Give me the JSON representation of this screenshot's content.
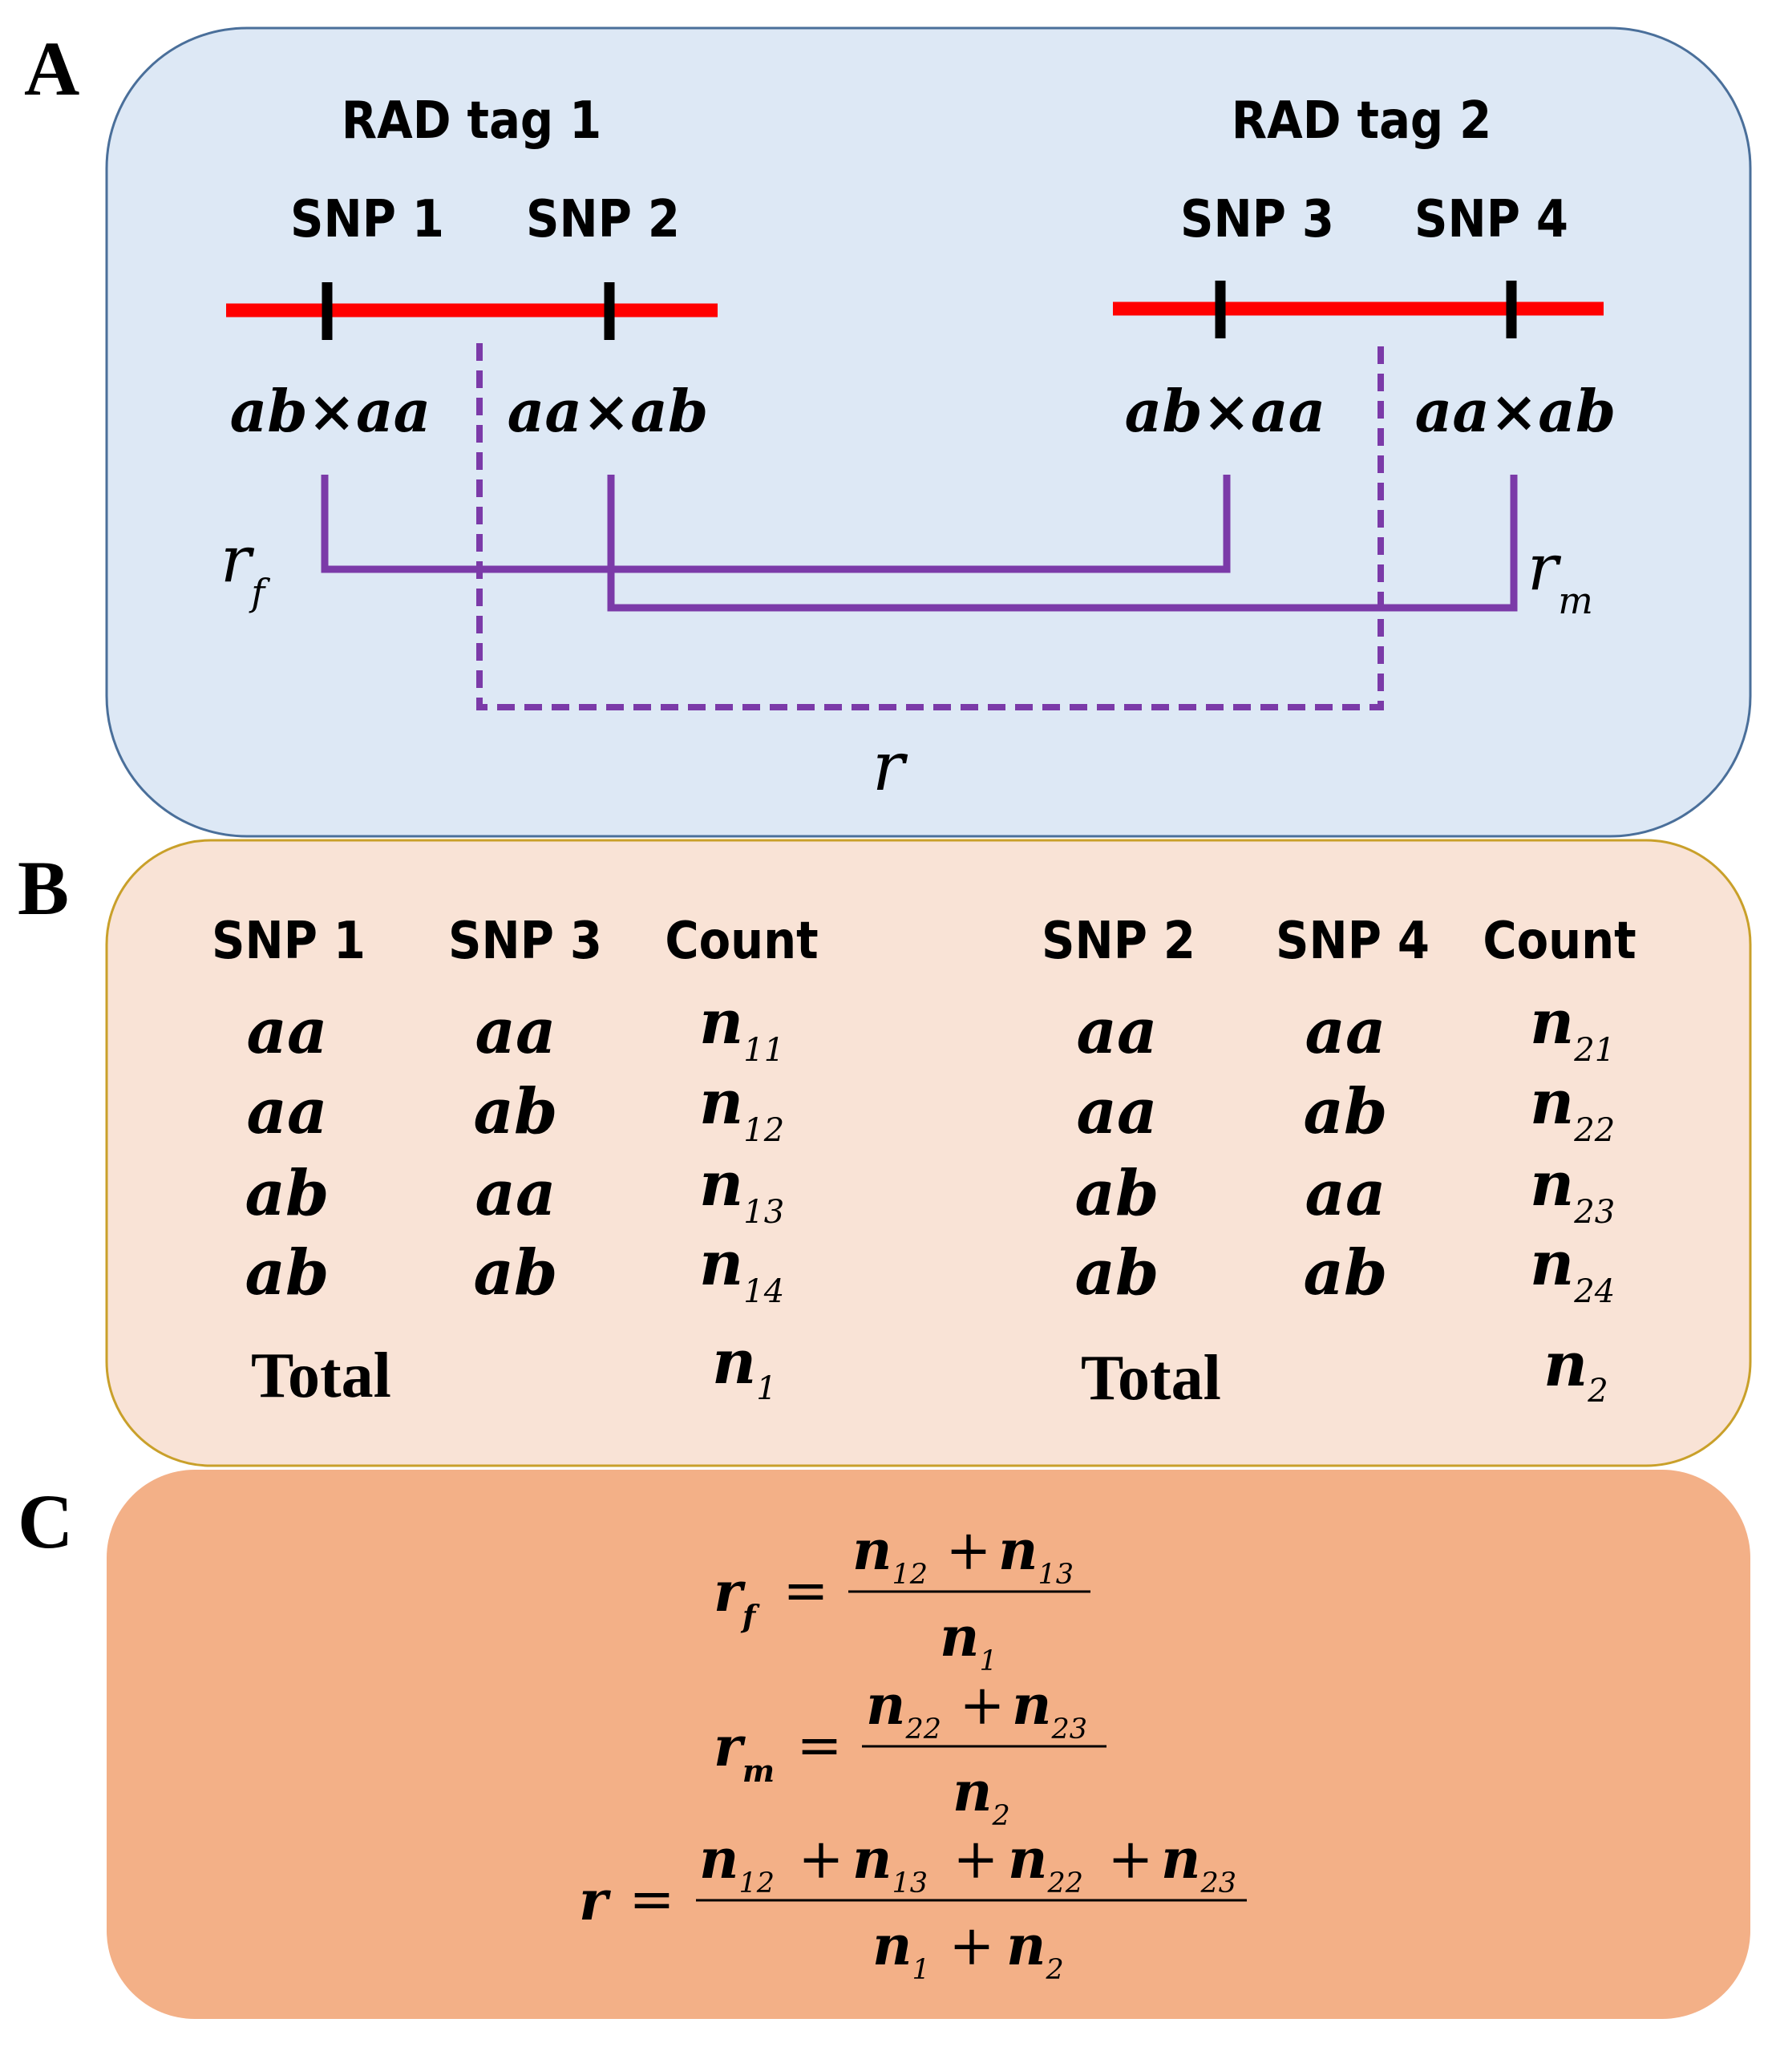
{
  "panels": {
    "a": "A",
    "b": "B",
    "c": "C"
  },
  "colors": {
    "panel_a_fill": "#dde8f5",
    "panel_a_stroke": "#4a6f9a",
    "panel_b_fill": "#f9e3d6",
    "panel_b_stroke": "#c9a02a",
    "panel_c_fill": "#f3b087",
    "chromosome": "#ff0000",
    "link": "#7b3aa8"
  },
  "diagram": {
    "tag1": {
      "label": "RAD tag 1",
      "snps": [
        {
          "label": "SNP 1",
          "cross": "ab×aa"
        },
        {
          "label": "SNP 2",
          "cross": "aa×ab"
        }
      ]
    },
    "tag2": {
      "label": "RAD tag 2",
      "snps": [
        {
          "label": "SNP 3",
          "cross": "ab×aa"
        },
        {
          "label": "SNP 4",
          "cross": "aa×ab"
        }
      ]
    },
    "rf": {
      "base": "r",
      "sub": "f"
    },
    "rm": {
      "base": "r",
      "sub": "m"
    },
    "r": "r"
  },
  "tables": {
    "left": {
      "headers": [
        "SNP 1",
        "SNP 3",
        "Count"
      ],
      "rows": [
        {
          "c1": "aa",
          "c2": "aa",
          "n": "n",
          "sub": "11"
        },
        {
          "c1": "aa",
          "c2": "ab",
          "n": "n",
          "sub": "12"
        },
        {
          "c1": "ab",
          "c2": "aa",
          "n": "n",
          "sub": "13"
        },
        {
          "c1": "ab",
          "c2": "ab",
          "n": "n",
          "sub": "14"
        }
      ],
      "total_label": "Total",
      "total": {
        "n": "n",
        "sub": "1"
      }
    },
    "right": {
      "headers": [
        "SNP 2",
        "SNP 4",
        "Count"
      ],
      "rows": [
        {
          "c1": "aa",
          "c2": "aa",
          "n": "n",
          "sub": "21"
        },
        {
          "c1": "aa",
          "c2": "ab",
          "n": "n",
          "sub": "22"
        },
        {
          "c1": "ab",
          "c2": "aa",
          "n": "n",
          "sub": "23"
        },
        {
          "c1": "ab",
          "c2": "ab",
          "n": "n",
          "sub": "24"
        }
      ],
      "total_label": "Total",
      "total": {
        "n": "n",
        "sub": "2"
      }
    }
  },
  "formulas": {
    "rf": {
      "lhs": "r",
      "lhs_sub": "f",
      "eq": "=",
      "num": [
        [
          "n",
          "12"
        ],
        [
          "n",
          "13"
        ]
      ],
      "den": [
        [
          "n",
          "1"
        ]
      ],
      "plus": "+"
    },
    "rm": {
      "lhs": "r",
      "lhs_sub": "m",
      "eq": "=",
      "num": [
        [
          "n",
          "22"
        ],
        [
          "n",
          "23"
        ]
      ],
      "den": [
        [
          "n",
          "2"
        ]
      ],
      "plus": "+"
    },
    "r": {
      "lhs": "r",
      "lhs_sub": "",
      "eq": "=",
      "num": [
        [
          "n",
          "12"
        ],
        [
          "n",
          "13"
        ],
        [
          "n",
          "22"
        ],
        [
          "n",
          "23"
        ]
      ],
      "den": [
        [
          "n",
          "1"
        ],
        [
          "n",
          "2"
        ]
      ],
      "plus": "+"
    }
  }
}
